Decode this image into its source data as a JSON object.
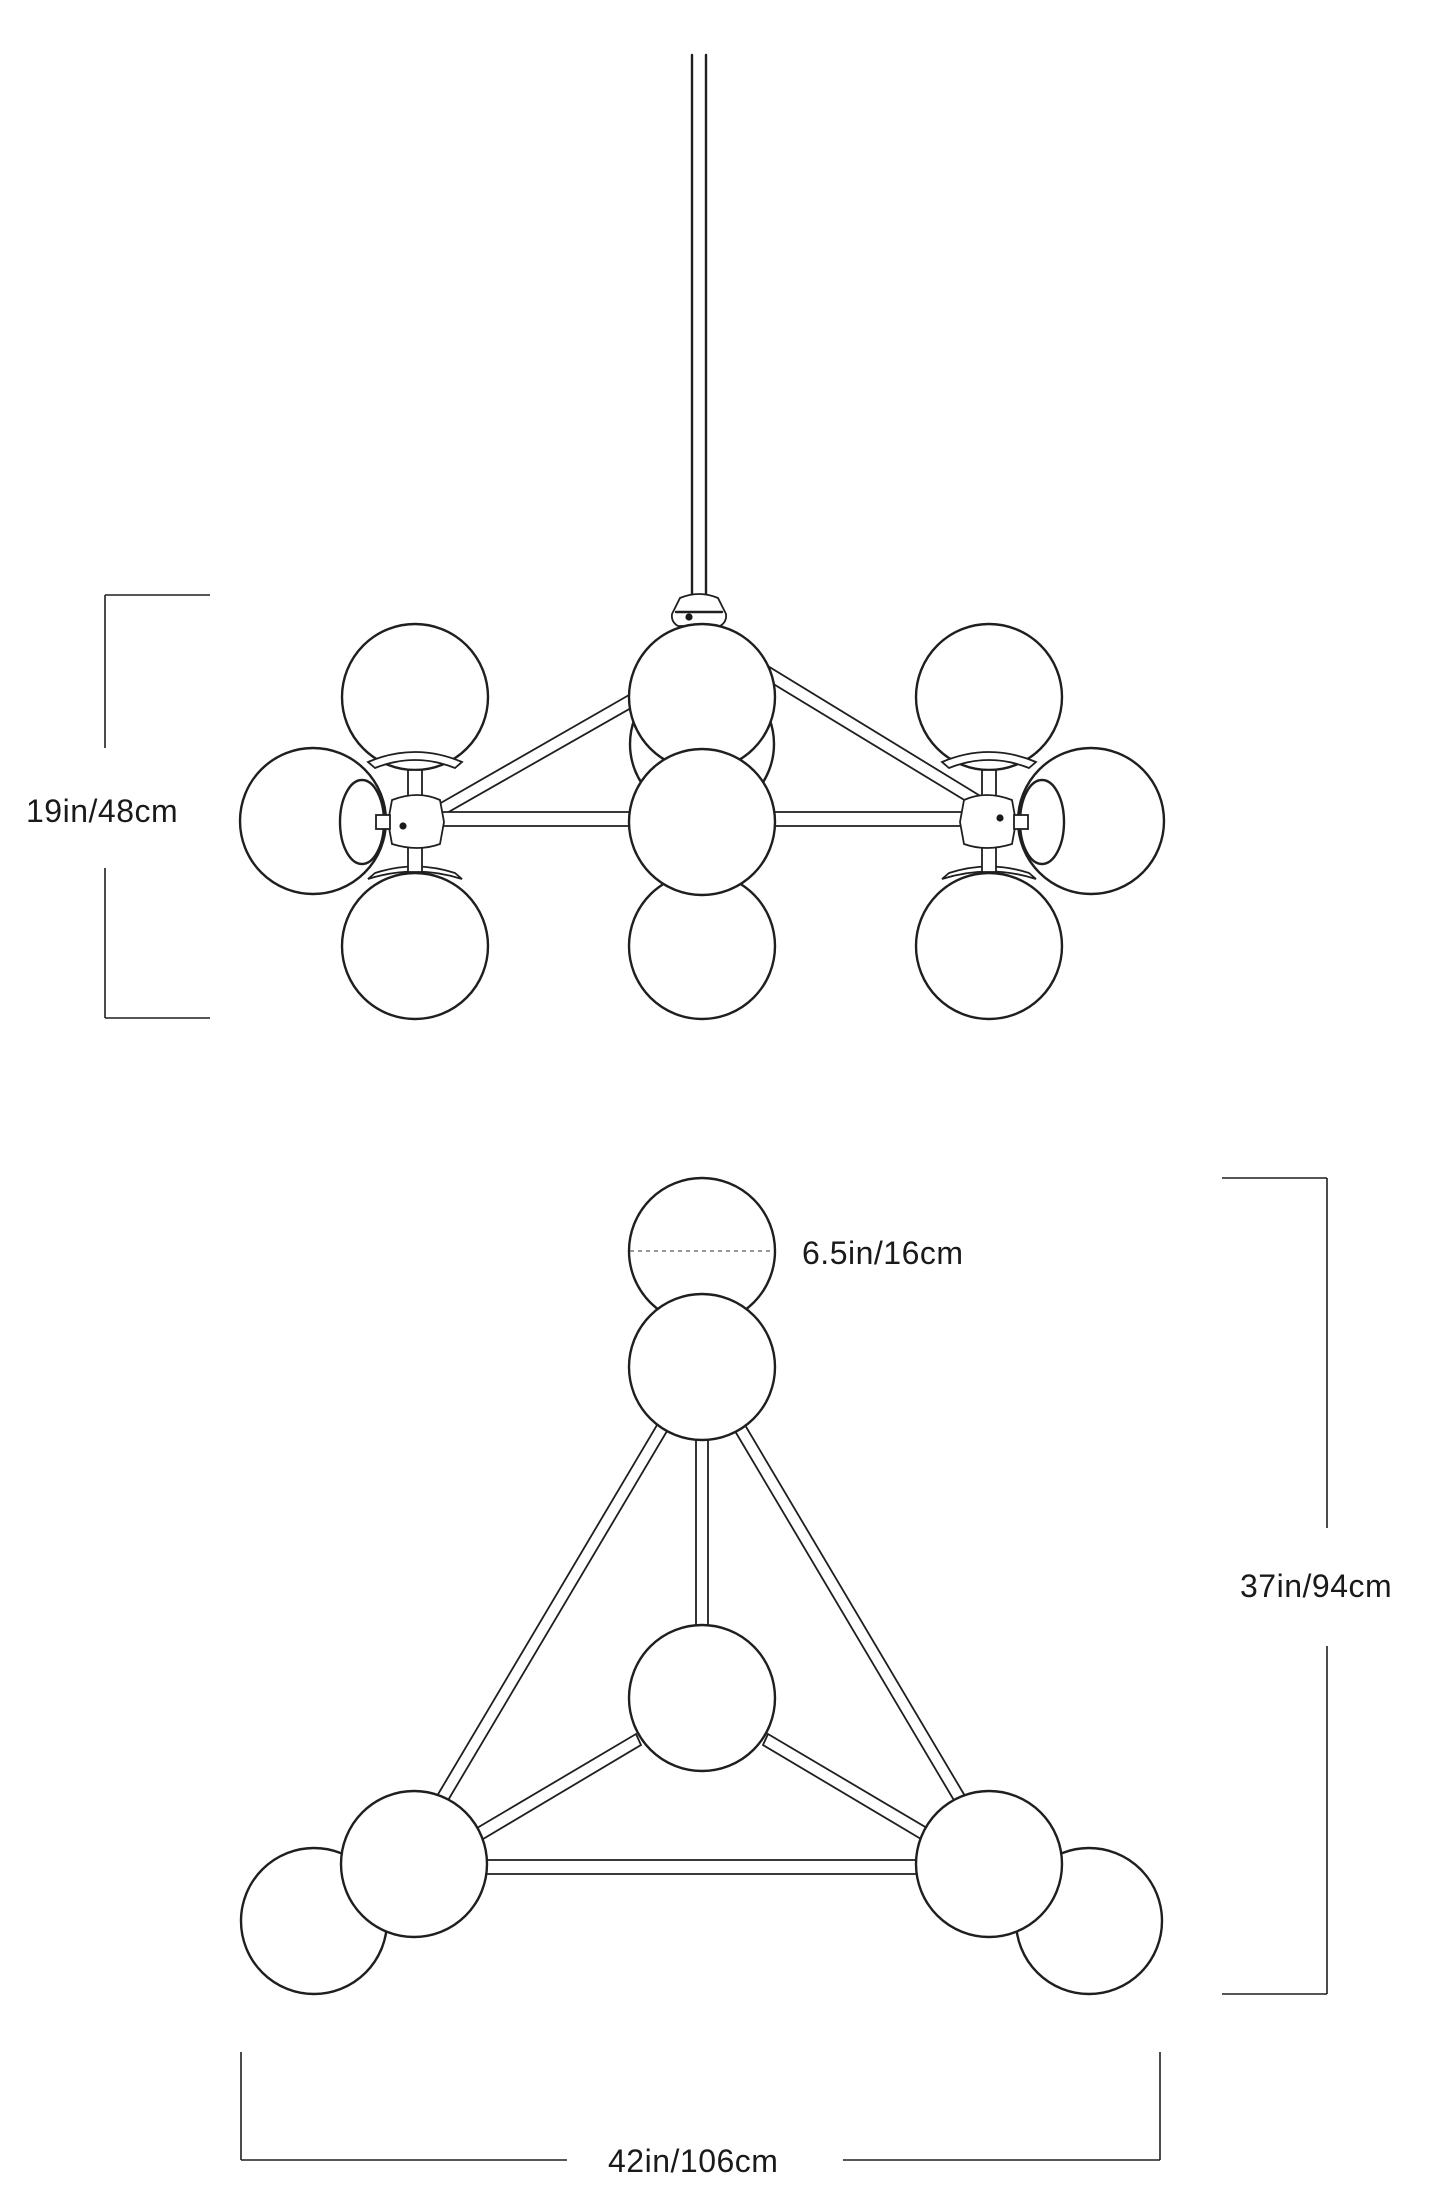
{
  "dimensions": {
    "front_height": "19in/48cm",
    "globe_diameter": "6.5in/16cm",
    "plan_depth": "37in/94cm",
    "plan_width": "42in/106cm"
  }
}
